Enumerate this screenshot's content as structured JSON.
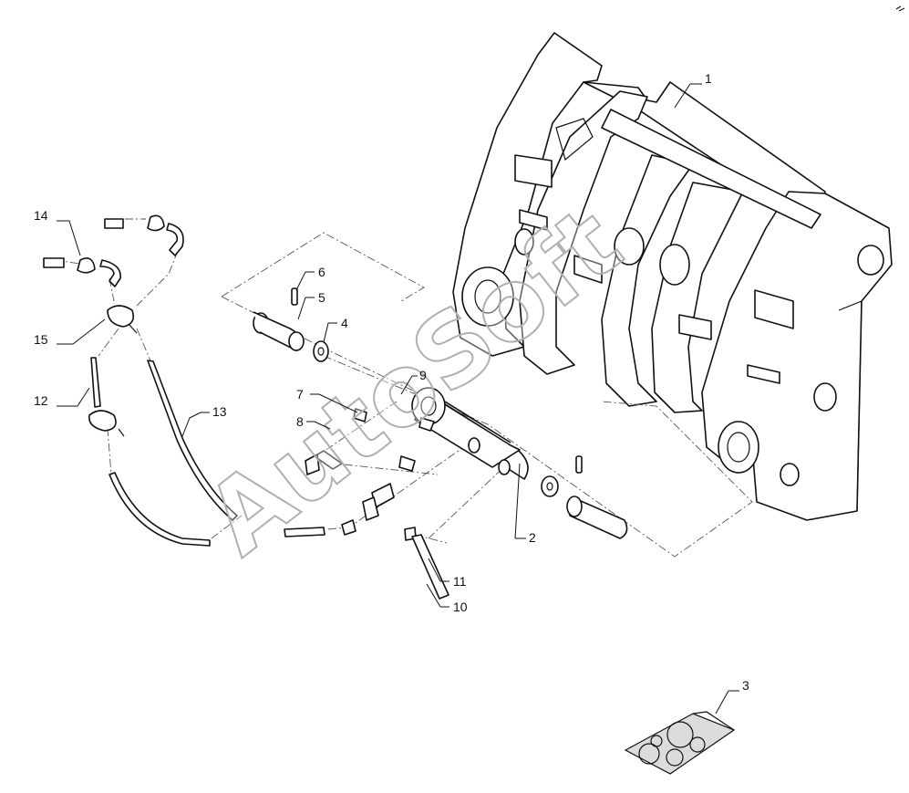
{
  "diagram": {
    "callouts": [
      {
        "id": "1",
        "label": "1"
      },
      {
        "id": "2",
        "label": "2"
      },
      {
        "id": "3",
        "label": "3"
      },
      {
        "id": "4",
        "label": "4"
      },
      {
        "id": "5",
        "label": "5"
      },
      {
        "id": "6",
        "label": "6"
      },
      {
        "id": "7",
        "label": "7"
      },
      {
        "id": "8",
        "label": "8"
      },
      {
        "id": "9",
        "label": "9"
      },
      {
        "id": "10",
        "label": "10"
      },
      {
        "id": "11",
        "label": "11"
      },
      {
        "id": "12",
        "label": "12"
      },
      {
        "id": "13",
        "label": "13"
      },
      {
        "id": "14",
        "label": "14"
      },
      {
        "id": "15",
        "label": "15"
      }
    ],
    "watermark": "AutoSoft"
  }
}
